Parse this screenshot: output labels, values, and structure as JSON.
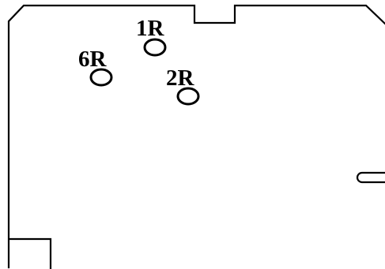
{
  "diagram": {
    "stroke_color": "#000000",
    "background": "#ffffff",
    "holes": [
      {
        "id": "1R",
        "label": "1R"
      },
      {
        "id": "6R",
        "label": "6R"
      },
      {
        "id": "2R",
        "label": "2R"
      }
    ]
  }
}
